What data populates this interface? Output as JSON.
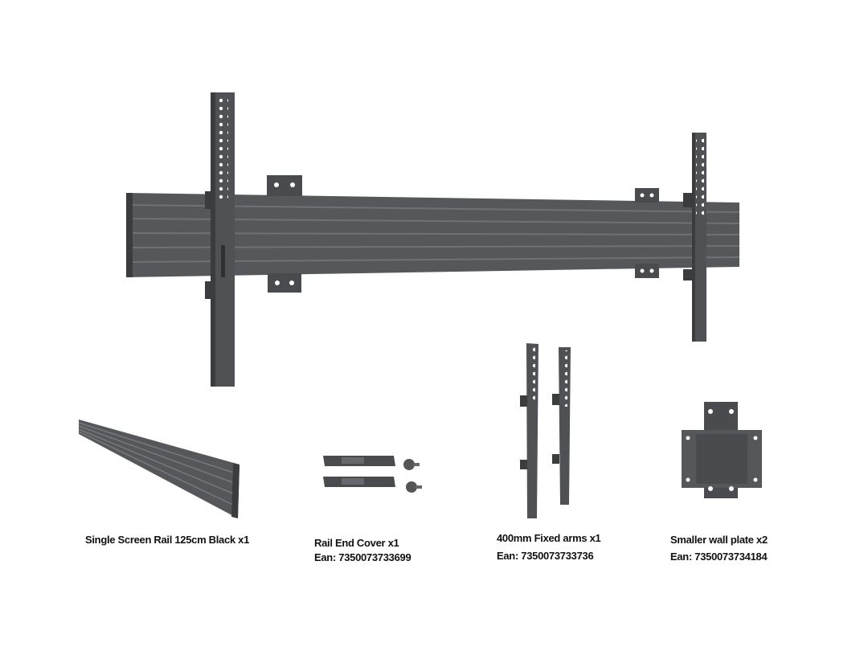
{
  "colors": {
    "metal": "#55575a",
    "metal_dark": "#3b3c3e",
    "metal_light": "#77797c",
    "background": "#ffffff"
  },
  "captions": [
    {
      "title": "Single Screen Rail 125cm Black x1",
      "ean": ""
    },
    {
      "title": "Rail End Cover x1",
      "ean": "Ean:  7350073733699"
    },
    {
      "title": "400mm Fixed arms x1",
      "ean": "Ean: 7350073733736"
    },
    {
      "title": "Smaller wall plate x2",
      "ean": "Ean:  7350073734184"
    }
  ]
}
